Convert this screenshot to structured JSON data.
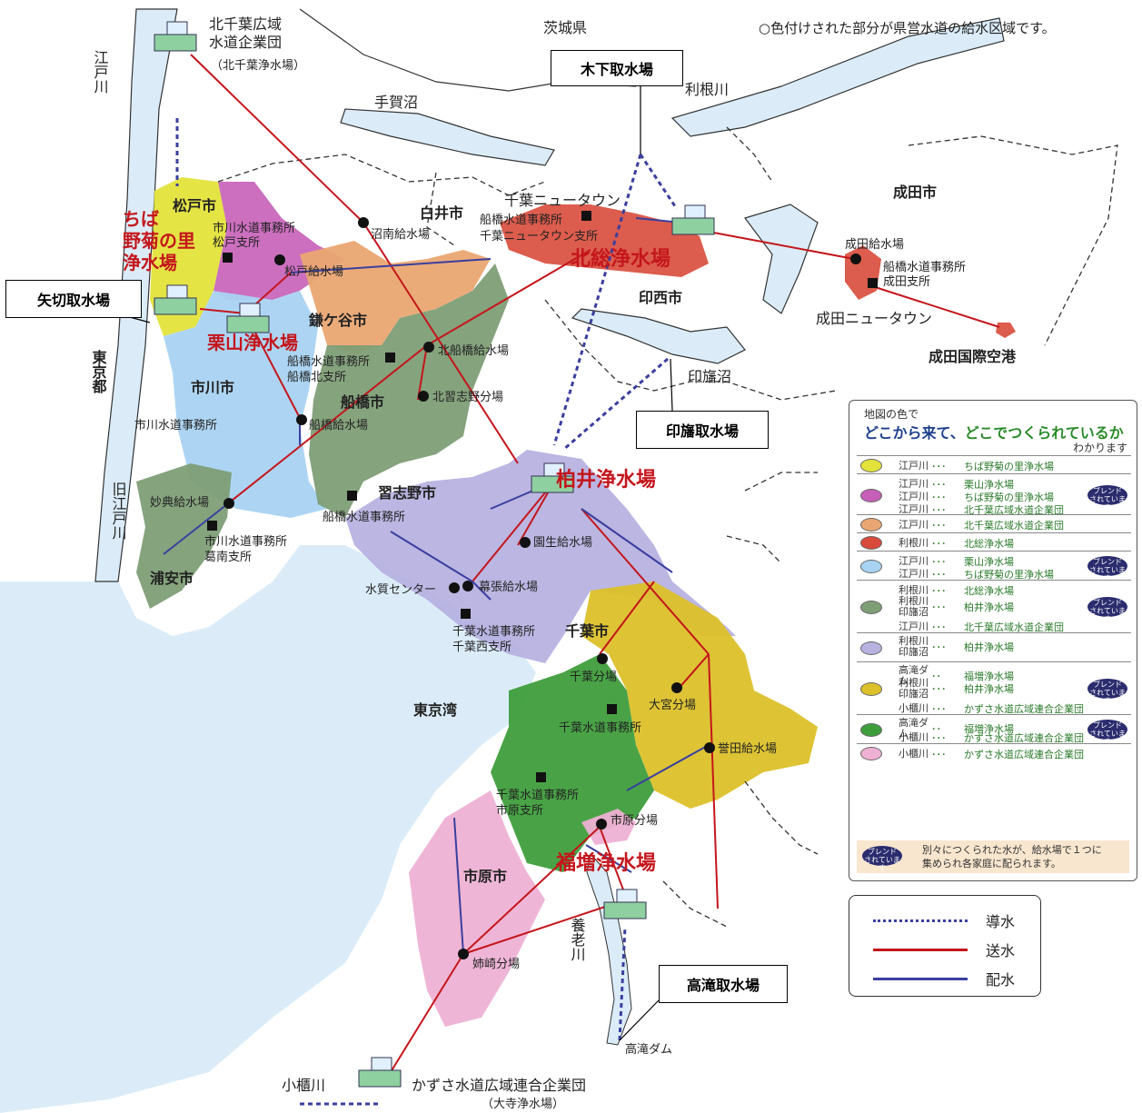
{
  "note": "○色付けされた部分が県営水道の給水区域です。",
  "prefectures": {
    "ibaraki": "茨城県",
    "tokyo": "東京都"
  },
  "water_bodies": {
    "edogawa": "江戸川",
    "tonegawa": "利根川",
    "teganuma": "手賀沼",
    "inbanuma": "印旛沼",
    "kyu_edogawa": "旧江戸川",
    "tokyo_bay": "東京湾",
    "yoro_river": "養老川",
    "obitsu_river": "小櫃川"
  },
  "cities": {
    "matsudo": "松戸市",
    "ichikawa": "市川市",
    "kamagaya": "鎌ケ谷市",
    "funabashi": "船橋市",
    "shiroi": "白井市",
    "inzai": "印西市",
    "narita": "成田市",
    "narashino": "習志野市",
    "urayasu": "浦安市",
    "chiba": "千葉市",
    "ichihara": "市原市"
  },
  "places": {
    "chiba_newtown": "千葉ニュータウン",
    "narita_newtown": "成田ニュータウン",
    "narita_airport": "成田国際空港",
    "takataki_dam": "高滝ダム"
  },
  "plants": {
    "kitachiba": "北千葉広域\n水道企業団",
    "kitachiba_sub": "（北千葉浄水場）",
    "chiba_nogiku": "ちば\n野菊の里\n浄水場",
    "kuriyama": "栗山浄水場",
    "hokuso": "北総浄水場",
    "kashiwai": "柏井浄水場",
    "fukumasu": "福増浄水場",
    "kazusa": "かずさ水道広域連合企業団",
    "kazusa_sub": "（大寺浄水場）"
  },
  "intakes": {
    "kioroshi": "木下取水場",
    "yagiri": "矢切取水場",
    "inba": "印旛取水場",
    "takataki": "高滝取水場"
  },
  "facilities": {
    "numanami": "沼南給水場",
    "matsudo_kyusui": "松戸給水場",
    "kitafunabashi": "北船橋給水場",
    "kitanarashino": "北習志野分場",
    "funabashi_kyusui": "船橋給水場",
    "myoden": "妙典給水場",
    "sonou": "園生給水場",
    "makuhari": "幕張給水場",
    "suishitsu": "水質センター",
    "chiba_bunjo": "千葉分場",
    "omiya": "大宮分場",
    "honda": "誉田給水場",
    "ichihara_bunjo": "市原分場",
    "anegasaki": "姉崎分場",
    "narita_kyusui": "成田給水場"
  },
  "offices": {
    "matsudo": "市川水道事務所\n松戸支所",
    "ichikawa": "市川水道事務所",
    "gyotoku": "市川水道事務所\n葛南支所",
    "funabashi_kita": "船橋水道事務所\n船橋北支所",
    "funabashi": "船橋水道事務所",
    "newtown": "船橋水道事務所\n千葉ニュータウン支所",
    "narita": "船橋水道事務所\n成田支所",
    "chiba": "千葉水道事務所",
    "chiba_nishi": "千葉水道事務所\n千葉西支所",
    "ichihara": "千葉水道事務所\n市原支所"
  },
  "legend": {
    "header1": "地図の色で",
    "header2a": "どこから来て、",
    "header2b": "どこでつくられているか",
    "header3": "わかります",
    "dots": "･･･",
    "dots2": "･･",
    "blend_label": "ブレンド\nされています",
    "rows": [
      {
        "color": "#e3e33b",
        "lines": [
          [
            "江戸川",
            "ちば野菊の里浄水場"
          ]
        ],
        "blend": false
      },
      {
        "color": "#c65fb8",
        "lines": [
          [
            "江戸川",
            "栗山浄水場"
          ],
          [
            "江戸川",
            "ちば野菊の里浄水場"
          ],
          [
            "江戸川",
            "北千葉広域水道企業団"
          ]
        ],
        "blend": true
      },
      {
        "color": "#eaa672",
        "lines": [
          [
            "江戸川",
            "北千葉広域水道企業団"
          ]
        ],
        "blend": false
      },
      {
        "color": "#d84a3a",
        "lines": [
          [
            "利根川",
            "北総浄水場"
          ]
        ],
        "blend": false
      },
      {
        "color": "#a9d3f2",
        "lines": [
          [
            "江戸川",
            "栗山浄水場"
          ],
          [
            "江戸川",
            "ちば野菊の里浄水場"
          ]
        ],
        "blend": true
      },
      {
        "color": "#7e9e76",
        "lines": [
          [
            "利根川",
            "北総浄水場"
          ],
          [
            "利根川\n印旛沼",
            "柏井浄水場"
          ],
          [
            "江戸川",
            "北千葉広域水道企業団"
          ]
        ],
        "blend": true
      },
      {
        "color": "#b7b2e0",
        "lines": [
          [
            "利根川\n印旛沼",
            "柏井浄水場"
          ]
        ],
        "blend": false
      },
      {
        "color": "#dcc12a",
        "lines": [
          [
            "高滝ダム",
            "福増浄水場"
          ],
          [
            "利根川\n印旛沼",
            "柏井浄水場"
          ],
          [
            "小櫃川",
            "かずさ水道広域連合企業団"
          ]
        ],
        "blend": true
      },
      {
        "color": "#3f9e3c",
        "lines": [
          [
            "高滝ダム",
            "福増浄水場"
          ],
          [
            "小櫃川",
            "かずさ水道広域連合企業団"
          ]
        ],
        "blend": true
      },
      {
        "color": "#eeb1d4",
        "lines": [
          [
            "小櫃川",
            "かずさ水道広域連合企業団"
          ]
        ],
        "blend": false
      }
    ],
    "footer": "別々につくられた水が、給水場で１つに\n集められ各家庭に配られます。"
  },
  "line_legend": {
    "items": [
      {
        "label": "導水",
        "color": "#3a3f9e",
        "style": "dotted"
      },
      {
        "label": "送水",
        "color": "#c4161c",
        "style": "solid"
      },
      {
        "label": "配水",
        "color": "#3a3f9e",
        "style": "solid"
      }
    ]
  },
  "colors": {
    "water": "#dbecf8",
    "send_line": "#c4161c",
    "distribute_line": "#3a3f9e",
    "intake_line": "#3a3f9e",
    "plant_text": "#c4161c",
    "blend_badge": "#2a2c6e"
  }
}
